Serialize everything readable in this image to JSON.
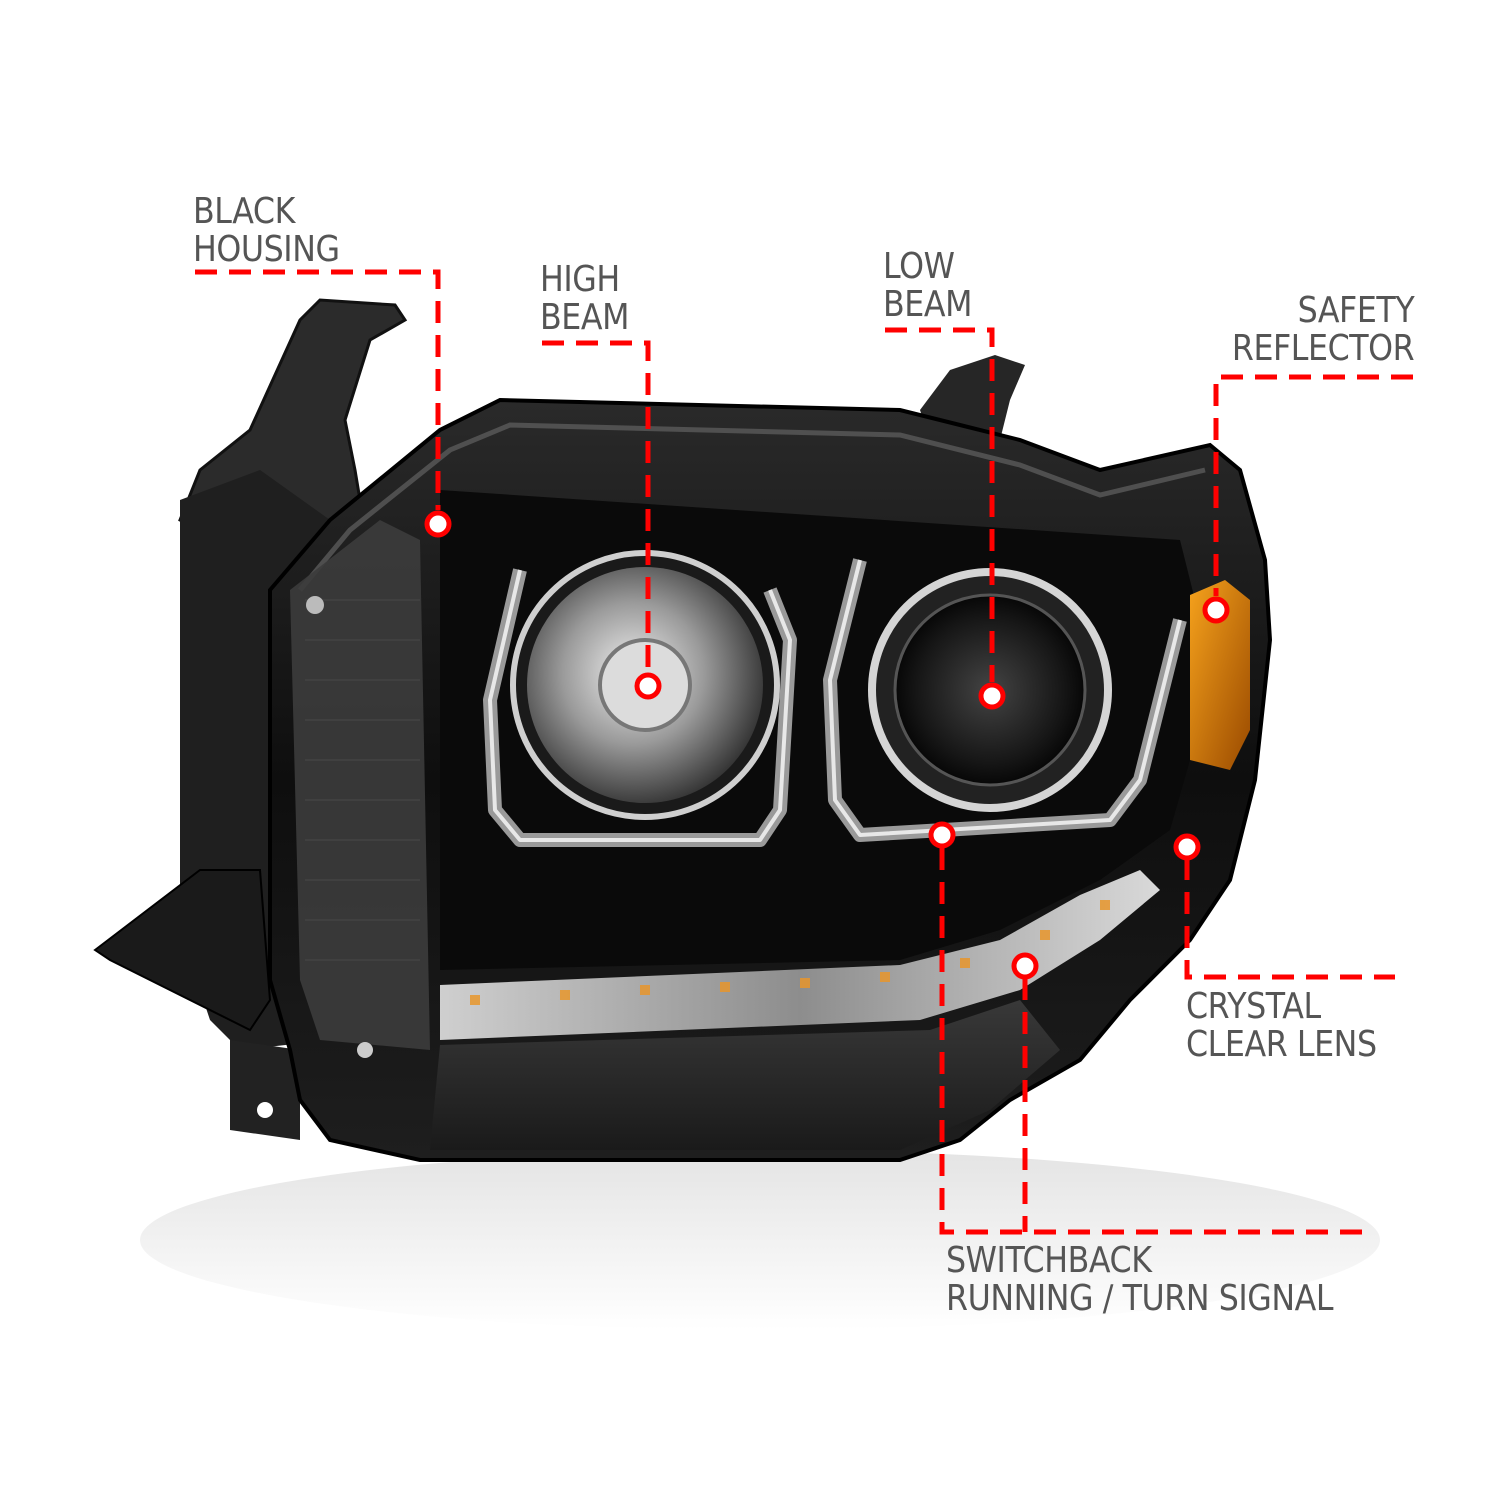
{
  "callouts": [
    {
      "id": "black-housing",
      "lines": [
        "BLACK",
        "HOUSING"
      ]
    },
    {
      "id": "high-beam",
      "lines": [
        "HIGH",
        "BEAM"
      ]
    },
    {
      "id": "low-beam",
      "lines": [
        "LOW",
        "BEAM"
      ]
    },
    {
      "id": "safety-reflector",
      "lines": [
        "SAFETY",
        "REFLECTOR"
      ]
    },
    {
      "id": "crystal-clear-lens",
      "lines": [
        "CRYSTAL",
        "CLEAR LENS"
      ]
    },
    {
      "id": "switchback-running-turn-signal",
      "lines": [
        "SWITCHBACK",
        "RUNNING / TURN SIGNAL"
      ]
    }
  ],
  "colors": {
    "callout_line": "#ff0000",
    "label_text": "#555555",
    "housing": "#111111",
    "reflector_amber": "#e08a10",
    "background": "#ffffff"
  },
  "product": {
    "subject": "projector-headlight",
    "housing_finish": "black"
  }
}
